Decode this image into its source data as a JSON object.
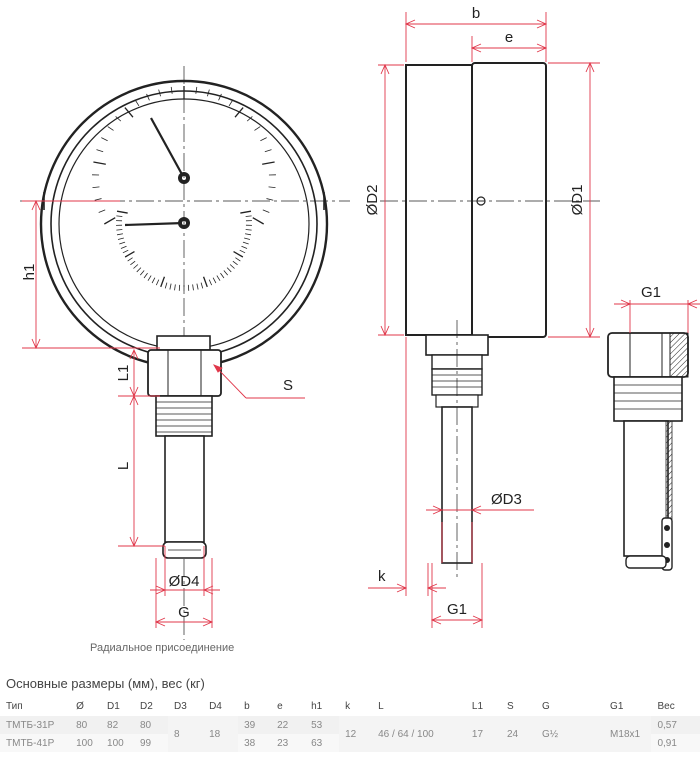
{
  "dimensions": {
    "b": "b",
    "e": "e",
    "D2": "ØD2",
    "D1": "ØD1",
    "h1": "h1",
    "L1": "L1",
    "S": "S",
    "L": "L",
    "D4": "ØD4",
    "G": "G",
    "D3": "ØD3",
    "k": "k",
    "G1_side": "G1",
    "G1_detail": "G1"
  },
  "caption": "Радиальное присоединение",
  "table": {
    "title": "Основные размеры (мм), вес (кг)",
    "headers": [
      "Тип",
      "Ø",
      "D1",
      "D2",
      "D3",
      "D4",
      "b",
      "e",
      "h1",
      "k",
      "L",
      "L1",
      "S",
      "G",
      "G1",
      "Вес"
    ],
    "rows": [
      {
        "type": "ТМТБ-31Р",
        "d": "80",
        "d1": "82",
        "d2": "80",
        "b": "39",
        "e": "22",
        "h1": "53",
        "weight": "0,57"
      },
      {
        "type": "ТМТБ-41Р",
        "d": "100",
        "d1": "100",
        "d2": "99",
        "b": "38",
        "e": "23",
        "h1": "63",
        "weight": "0,91"
      }
    ],
    "shared": {
      "d3": "8",
      "d4": "18",
      "k": "12",
      "l": "46 / 64 / 100",
      "l1": "17",
      "s": "24",
      "g": "G½",
      "g1": "M18x1"
    }
  }
}
